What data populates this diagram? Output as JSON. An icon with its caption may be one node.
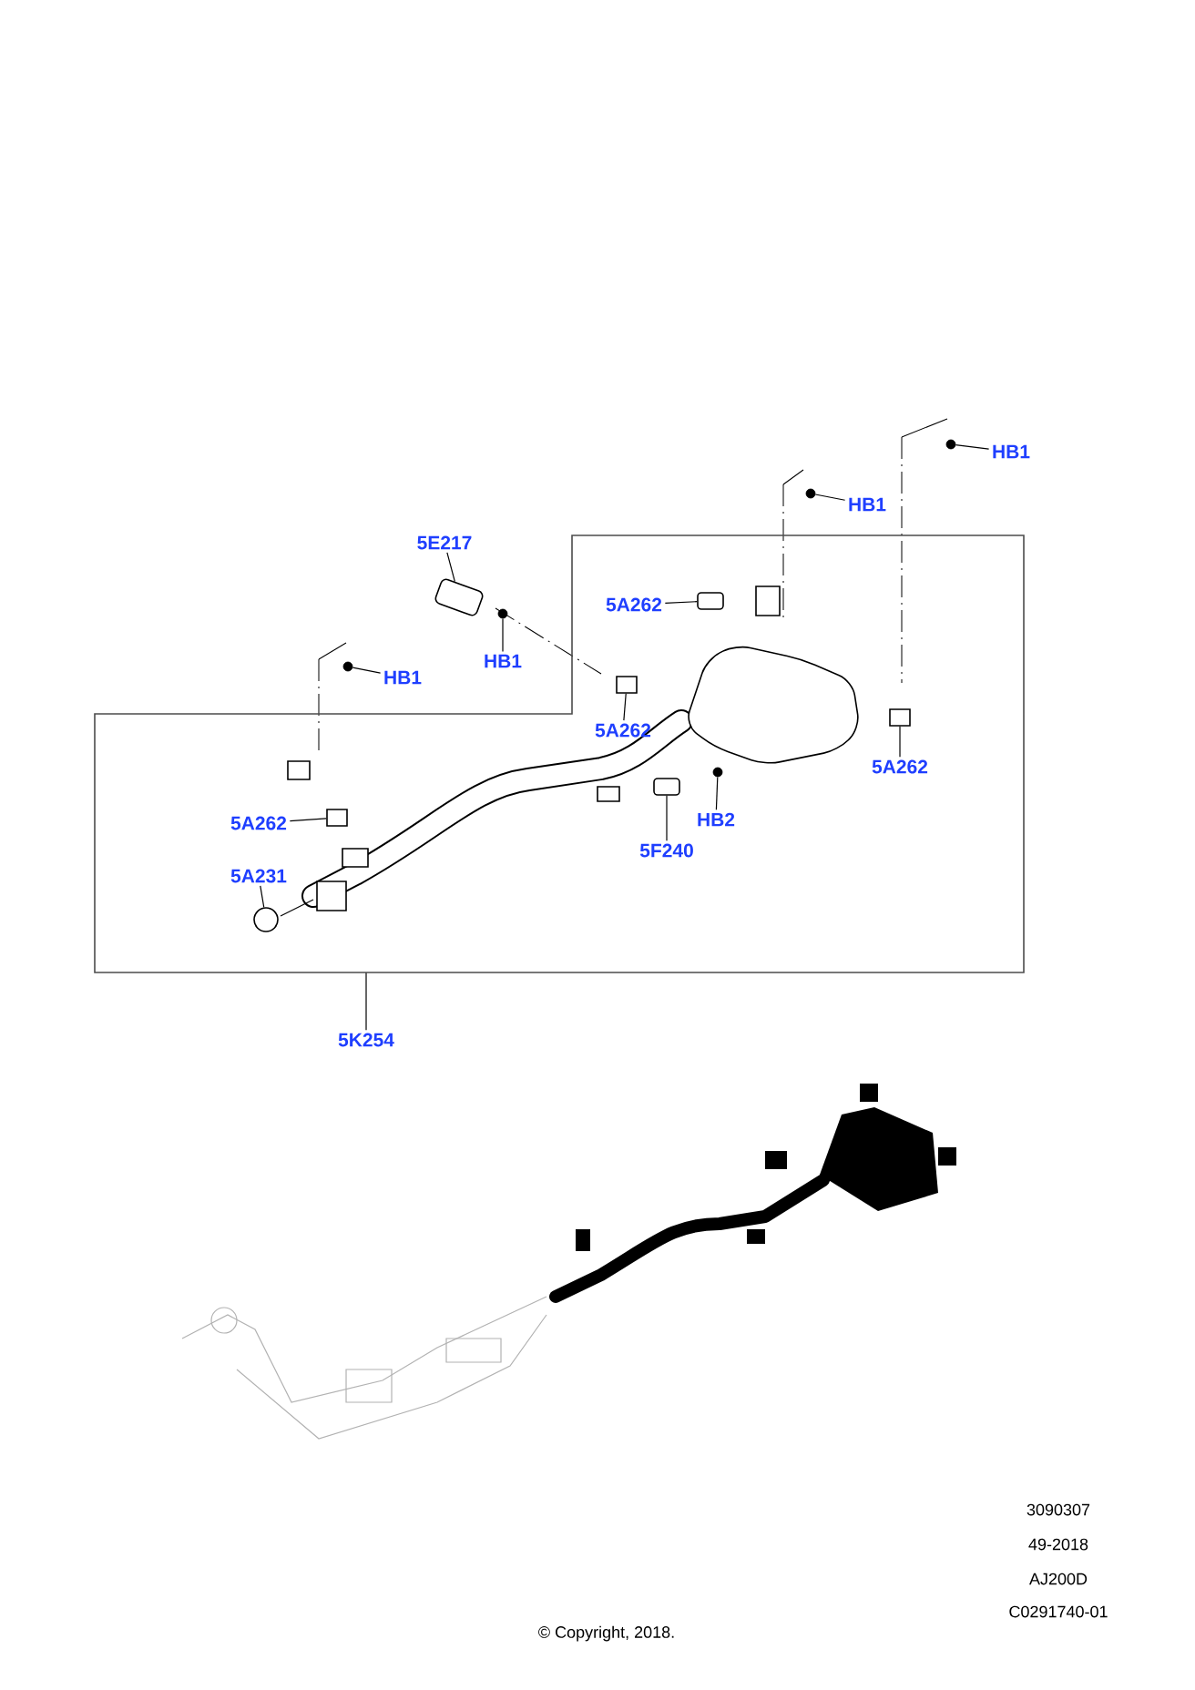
{
  "diagram": {
    "nodes": [
      {
        "text": [
          "HB1"
        ]
      },
      {
        "text": [
          "HB1"
        ]
      },
      {
        "text": [
          "5E217"
        ]
      },
      {
        "text": [
          "HB1"
        ]
      },
      {
        "text": [],
        "shape": "box"
      },
      {
        "text": [
          "5A262"
        ],
        "in": 4
      },
      {
        "text": [
          "HB1"
        ]
      },
      {
        "text": [
          "5A262"
        ],
        "in": 4
      },
      {
        "text": [
          "5A262"
        ],
        "in": 4
      },
      {
        "text": [
          "5A262"
        ],
        "in": 4
      },
      {
        "text": [
          "HB2"
        ],
        "in": 4
      },
      {
        "text": [
          "5F240"
        ],
        "in": 4
      },
      {
        "text": [
          "5A231"
        ],
        "in": 4
      },
      {
        "text": [
          "5K254"
        ]
      },
      {
        "text": [],
        "shape": "circle"
      },
      {
        "text": [],
        "shape": "circle"
      },
      {
        "text": [],
        "shape": "box"
      },
      {
        "text": [],
        "shape": "circle"
      },
      {
        "text": [],
        "shape": "box",
        "in": 4
      },
      {
        "text": [],
        "shape": "circle"
      },
      {
        "text": [],
        "shape": "box",
        "in": 4
      },
      {
        "text": [],
        "shape": "box",
        "in": 4
      },
      {
        "text": [],
        "shape": "box",
        "in": 4
      },
      {
        "text": [],
        "shape": "circle",
        "in": 4
      },
      {
        "text": [],
        "shape": "box",
        "in": 4
      },
      {
        "text": [],
        "shape": "circle",
        "in": 4
      }
    ],
    "edges": [
      {
        "from": 0,
        "to": 14,
        "arrow": "none"
      },
      {
        "from": 1,
        "to": 15,
        "arrow": "none"
      },
      {
        "from": 2,
        "to": 16,
        "arrow": "none"
      },
      {
        "from": 3,
        "to": 17,
        "arrow": "none"
      },
      {
        "from": 5,
        "to": 18,
        "arrow": "none"
      },
      {
        "from": 6,
        "to": 19,
        "arrow": "none"
      },
      {
        "from": 7,
        "to": 20,
        "arrow": "none"
      },
      {
        "from": 8,
        "to": 21,
        "arrow": "none"
      },
      {
        "from": 9,
        "to": 22,
        "arrow": "none"
      },
      {
        "from": 10,
        "to": 23,
        "arrow": "none"
      },
      {
        "from": 11,
        "to": 24,
        "arrow": "none"
      },
      {
        "from": 12,
        "to": 25,
        "arrow": "none"
      },
      {
        "from": 13,
        "to": 4,
        "arrow": "none"
      }
    ],
    "labels": [
      "3090307",
      "49-2018",
      "AJ200D",
      "C0291740-01",
      "© Copyright, 2018."
    ]
  }
}
